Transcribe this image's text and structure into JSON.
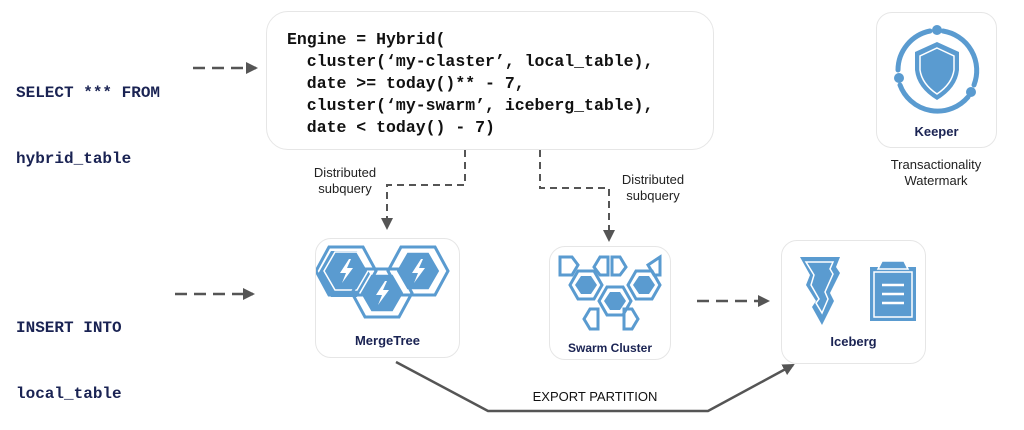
{
  "queries": {
    "select": [
      "SELECT *** FROM",
      "hybrid_table"
    ],
    "insert": [
      "INSERT INTO",
      "local_table"
    ]
  },
  "engine_code": "Engine = Hybrid(\n  cluster(‘my-claster’, local_table),\n  date >= today()** - 7,\n  cluster(‘my-swarm’, iceberg_table),\n  date < today() - 7)",
  "nodes": {
    "keeper": {
      "label": "Keeper",
      "icon": "shield-icon",
      "caption": [
        "Transactionality",
        "Watermark"
      ]
    },
    "mergetree": {
      "label": "MergeTree",
      "icon": "lightning-hexagons-icon"
    },
    "swarm": {
      "label": "Swarm Cluster",
      "icon": "hexagon-cluster-icon"
    },
    "iceberg": {
      "label": "Iceberg",
      "icon": "iceberg-clipboard-icon"
    }
  },
  "edges": {
    "subquery_left": [
      "Distributed",
      "subquery"
    ],
    "subquery_right": [
      "Distributed",
      "subquery"
    ],
    "export": "EXPORT PARTITION"
  },
  "colors": {
    "icon_blue": "#5a9bd0",
    "text_navy": "#1a2353",
    "arrow_gray": "#555555"
  }
}
